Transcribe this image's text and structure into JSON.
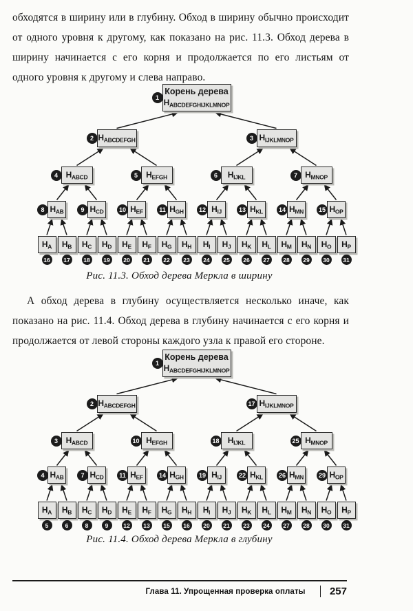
{
  "page": {
    "paragraph1": "обходятся в ширину или в глубину. Обход в ширину обычно происходит от одного уровня к другому, как показано на рис. 11.3. Обход дерева в ширину начинается с его корня и продолжается по его листьям от одного уровня к другому и слева направо.",
    "paragraph2": "А обход дерева в глубину осуществляется несколько иначе, как показано на рис. 11.4. Обход дерева в глубину начинается с его корня и продолжается от левой стороны каждого узла к правой его стороне.",
    "caption1": "Рис. 11.3. Обход дерева Меркла в ширину",
    "caption2": "Рис. 11.4. Обход дерева Меркла в глубину",
    "footer": {
      "chapter": "Глава 11. Упрощенная проверка оплаты",
      "page_number": "257"
    }
  },
  "trees": [
    {
      "name": "breadth-first-traversal",
      "root": {
        "badge": "1",
        "title": "Корень дерева",
        "hash": "ABCDEFGHIJKLMNOP"
      },
      "level2": [
        {
          "badge": "2",
          "hash": "ABCDEFGH"
        },
        {
          "badge": "3",
          "hash": "IJKLMNOP"
        }
      ],
      "level3": [
        {
          "badge": "4",
          "hash": "ABCD"
        },
        {
          "badge": "5",
          "hash": "EFGH"
        },
        {
          "badge": "6",
          "hash": "IJKL"
        },
        {
          "badge": "7",
          "hash": "MNOP"
        }
      ],
      "level4": [
        {
          "badge": "8",
          "hash": "AB"
        },
        {
          "badge": "9",
          "hash": "CD"
        },
        {
          "badge": "10",
          "hash": "EF"
        },
        {
          "badge": "11",
          "hash": "GH"
        },
        {
          "badge": "12",
          "hash": "IJ"
        },
        {
          "badge": "13",
          "hash": "KL"
        },
        {
          "badge": "14",
          "hash": "MN"
        },
        {
          "badge": "15",
          "hash": "OP"
        }
      ],
      "leaves": [
        {
          "badge": "16",
          "hash": "A"
        },
        {
          "badge": "17",
          "hash": "B"
        },
        {
          "badge": "18",
          "hash": "C"
        },
        {
          "badge": "19",
          "hash": "D"
        },
        {
          "badge": "20",
          "hash": "E"
        },
        {
          "badge": "21",
          "hash": "F"
        },
        {
          "badge": "22",
          "hash": "G"
        },
        {
          "badge": "23",
          "hash": "H"
        },
        {
          "badge": "24",
          "hash": "I"
        },
        {
          "badge": "25",
          "hash": "J"
        },
        {
          "badge": "26",
          "hash": "K"
        },
        {
          "badge": "27",
          "hash": "L"
        },
        {
          "badge": "28",
          "hash": "M"
        },
        {
          "badge": "29",
          "hash": "N"
        },
        {
          "badge": "30",
          "hash": "O"
        },
        {
          "badge": "31",
          "hash": "P"
        }
      ]
    },
    {
      "name": "depth-first-traversal",
      "root": {
        "badge": "1",
        "title": "Корень дерева",
        "hash": "ABCDEFGHIJKLMNOP"
      },
      "level2": [
        {
          "badge": "2",
          "hash": "ABCDEFGH"
        },
        {
          "badge": "17",
          "hash": "IJKLMNOP"
        }
      ],
      "level3": [
        {
          "badge": "3",
          "hash": "ABCD"
        },
        {
          "badge": "10",
          "hash": "EFGH"
        },
        {
          "badge": "18",
          "hash": "IJKL"
        },
        {
          "badge": "25",
          "hash": "MNOP"
        }
      ],
      "level4": [
        {
          "badge": "4",
          "hash": "AB"
        },
        {
          "badge": "7",
          "hash": "CD"
        },
        {
          "badge": "11",
          "hash": "EF"
        },
        {
          "badge": "14",
          "hash": "GH"
        },
        {
          "badge": "19",
          "hash": "IJ"
        },
        {
          "badge": "22",
          "hash": "KL"
        },
        {
          "badge": "26",
          "hash": "MN"
        },
        {
          "badge": "29",
          "hash": "OP"
        }
      ],
      "leaves": [
        {
          "badge": "5",
          "hash": "A"
        },
        {
          "badge": "6",
          "hash": "B"
        },
        {
          "badge": "8",
          "hash": "C"
        },
        {
          "badge": "9",
          "hash": "D"
        },
        {
          "badge": "12",
          "hash": "E"
        },
        {
          "badge": "13",
          "hash": "F"
        },
        {
          "badge": "15",
          "hash": "G"
        },
        {
          "badge": "16",
          "hash": "H"
        },
        {
          "badge": "20",
          "hash": "I"
        },
        {
          "badge": "21",
          "hash": "J"
        },
        {
          "badge": "23",
          "hash": "K"
        },
        {
          "badge": "24",
          "hash": "L"
        },
        {
          "badge": "27",
          "hash": "M"
        },
        {
          "badge": "28",
          "hash": "N"
        },
        {
          "badge": "30",
          "hash": "O"
        },
        {
          "badge": "31",
          "hash": "P"
        }
      ]
    }
  ],
  "colors": {
    "page_bg": "#fbfbf9",
    "text": "#151515",
    "node_fill": "#e4e4e2",
    "node_border": "#262626",
    "badge_bg": "#1c1c1c",
    "badge_text": "#ffffff",
    "arrow": "#1a1a1a"
  }
}
